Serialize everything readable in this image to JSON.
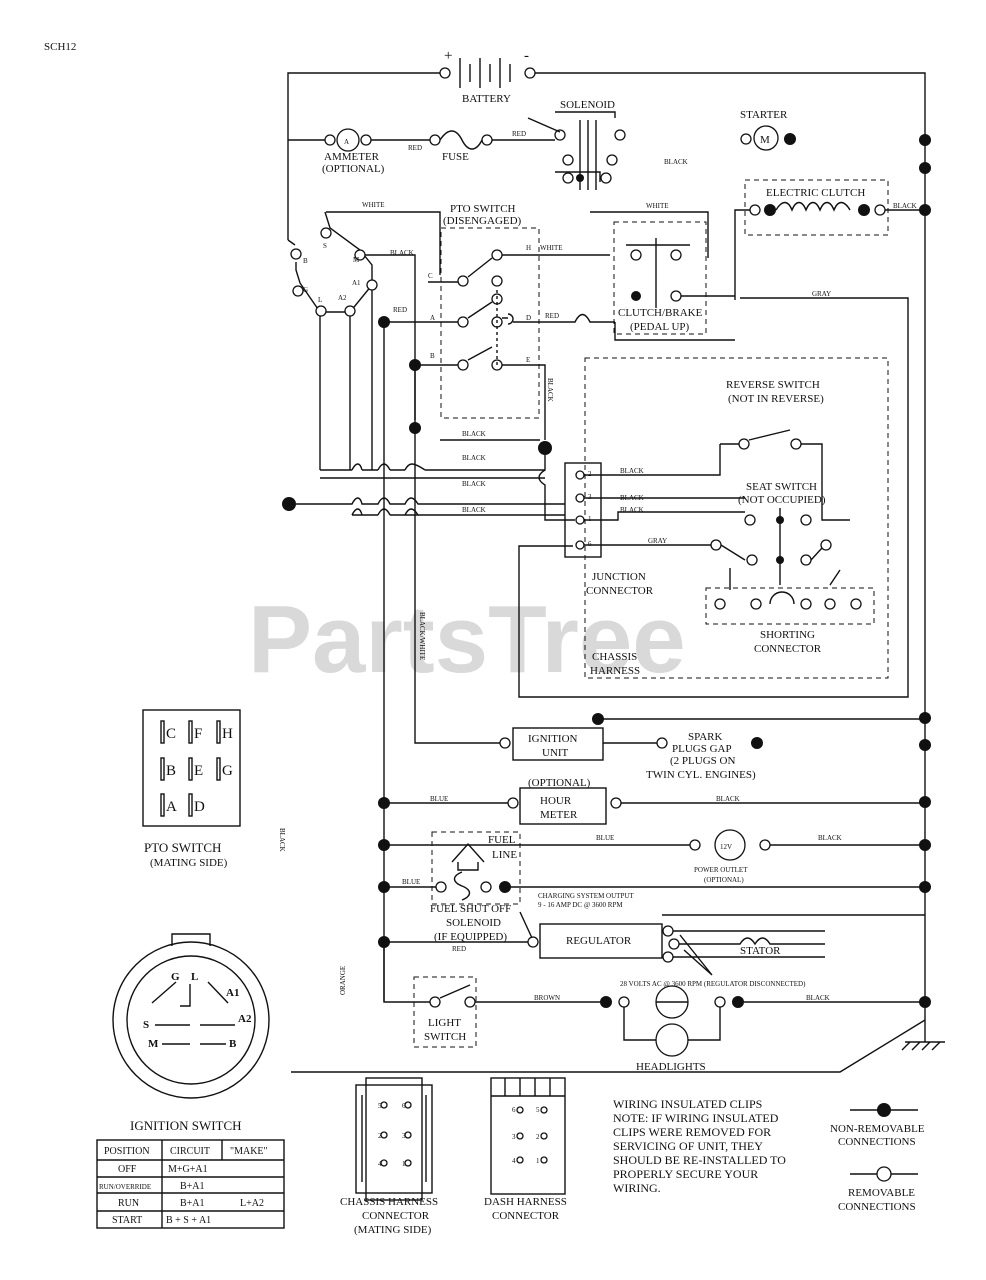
{
  "doc_code": "SCH12",
  "watermark": "PartsTree",
  "battery": {
    "label": "BATTERY",
    "plus": "+",
    "minus": "-"
  },
  "solenoid": "SOLENOID",
  "starter": {
    "label": "STARTER",
    "symbol": "M"
  },
  "ammeter": {
    "label": "AMMETER",
    "sub": "(OPTIONAL)"
  },
  "fuse": "FUSE",
  "electric_clutch": "ELECTRIC CLUTCH",
  "pto_switch_top": {
    "label": "PTO SWITCH",
    "sub": "(DISENGAGED)"
  },
  "clutch_brake": {
    "label": "CLUTCH/BRAKE",
    "sub": "(PEDAL UP)"
  },
  "reverse_switch": {
    "label": "REVERSE SWITCH",
    "sub": "(NOT IN REVERSE)"
  },
  "seat_switch": {
    "label": "SEAT SWITCH",
    "sub": "(NOT OCCUPIED)"
  },
  "junction_connector": {
    "l1": "JUNCTION",
    "l2": "CONNECTOR"
  },
  "shorting_connector": {
    "l1": "SHORTING",
    "l2": "CONNECTOR"
  },
  "chassis_harness_box": {
    "l1": "CHASSIS",
    "l2": "HARNESS"
  },
  "ignition_unit": {
    "l1": "IGNITION",
    "l2": "UNIT"
  },
  "spark": {
    "l1": "SPARK",
    "l2": "PLUGS GAP",
    "l3": "(2 PLUGS ON",
    "l4": "TWIN CYL. ENGINES)"
  },
  "hour_meter": {
    "opt": "(OPTIONAL)",
    "l1": "HOUR",
    "l2": "METER"
  },
  "fuel_line": {
    "l1": "FUEL",
    "l2": "LINE"
  },
  "power_outlet": {
    "symbol": "12V",
    "l1": "POWER OUTLET",
    "l2": "(OPTIONAL)"
  },
  "fuel_solenoid": {
    "l1": "FUEL SHUT OFF",
    "l2": "SOLENOID",
    "l3": "(IF EQUIPPED)"
  },
  "charging": {
    "l1": "CHARGING SYSTEM OUTPUT",
    "l2": "9 - 16 AMP DC @ 3600 RPM"
  },
  "regulator": "REGULATOR",
  "stator": "STATOR",
  "ac_note": "28 VOLTS AC @ 3600 RPM (REGULATOR DISCONNECTED)",
  "light_switch": {
    "l1": "LIGHT",
    "l2": "SWITCH"
  },
  "headlights": "HEADLIGHTS",
  "wire_colors": {
    "white": "WHITE",
    "black": "BLACK",
    "red": "RED",
    "gray": "GRAY",
    "blue": "BLUE",
    "orange": "ORANGE",
    "brown": "BROWN",
    "black_white": "BLACK/WHITE"
  },
  "pto_terminals": {
    "C": "C",
    "H": "H",
    "A": "A",
    "D": "D",
    "B": "B",
    "E": "E"
  },
  "ign_terminals": {
    "B": "B",
    "S": "S",
    "M": "M",
    "G": "G",
    "L": "L",
    "A1": "A1",
    "A2": "A2"
  },
  "junction_pins": [
    "2",
    "3",
    "1",
    "6"
  ],
  "pto_mating": {
    "title": "PTO SWITCH",
    "sub": "(MATING SIDE)",
    "grid": [
      [
        "C",
        "F",
        "H"
      ],
      [
        "B",
        "E",
        "G"
      ],
      [
        "A",
        "D"
      ]
    ]
  },
  "ignition_switch": {
    "title": "IGNITION SWITCH",
    "face_labels": {
      "G": "G",
      "L": "L",
      "A1": "A1",
      "A2": "A2",
      "S": "S",
      "M": "M",
      "B": "B"
    },
    "table": {
      "headers": [
        "POSITION",
        "CIRCUIT",
        "\"MAKE\""
      ],
      "rows": [
        [
          "OFF",
          "M+G+A1",
          ""
        ],
        [
          "RUN/OVERRIDE",
          "B+A1",
          ""
        ],
        [
          "RUN",
          "B+A1",
          "L+A2"
        ],
        [
          "START",
          "B + S + A1",
          ""
        ]
      ]
    }
  },
  "chassis_conn": {
    "l1": "CHASSIS HARNESS",
    "l2": "CONNECTOR",
    "l3": "(MATING SIDE)",
    "pins": [
      "5",
      "6",
      "2",
      "3",
      "4",
      "1"
    ]
  },
  "dash_conn": {
    "l1": "DASH HARNESS",
    "l2": "CONNECTOR",
    "pins": [
      "6",
      "5",
      "3",
      "2",
      "4",
      "1"
    ]
  },
  "note": {
    "l1": "WIRING INSULATED CLIPS",
    "l2": "NOTE: IF WIRING INSULATED",
    "l3": "CLIPS WERE REMOVED FOR",
    "l4": "SERVICING OF UNIT, THEY",
    "l5": "SHOULD BE RE-INSTALLED TO",
    "l6": "PROPERLY SECURE YOUR",
    "l7": "WIRING."
  },
  "legend": {
    "fixed_l1": "NON-REMOVABLE",
    "fixed_l2": "CONNECTIONS",
    "removable_l1": "REMOVABLE",
    "removable_l2": "CONNECTIONS"
  }
}
